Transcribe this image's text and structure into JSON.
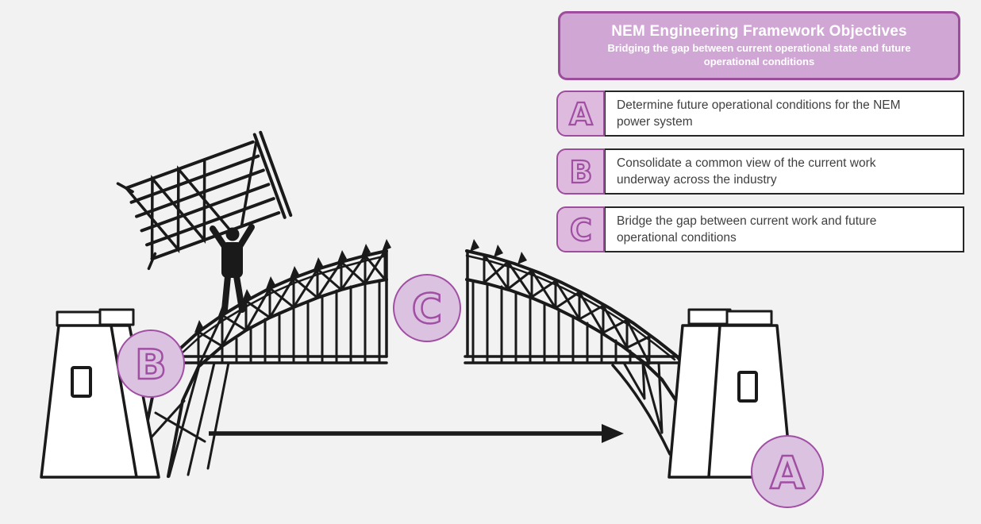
{
  "colors": {
    "background": "#f2f2f2",
    "purple_border": "#9c4d9c",
    "title_fill": "#d0a7d4",
    "badge_fill": "#debadf",
    "marker_fill": "#dbc2e0",
    "letter_stroke": "#a04fa3",
    "box_border": "#262626",
    "body_text": "#3f3f3f",
    "ink": "#1a1a1a",
    "title_text": "#ffffff"
  },
  "header": {
    "title": "NEM Engineering Framework Objectives",
    "subtitle": "Bridging the gap between current operational state and future operational conditions"
  },
  "objectives": [
    {
      "key": "A",
      "text": "Determine future operational conditions for the NEM power system"
    },
    {
      "key": "B",
      "text": "Consolidate a common view of the current work underway across the industry"
    },
    {
      "key": "C",
      "text": "Bridge the gap between current work and future operational conditions"
    }
  ],
  "diagram": {
    "markers": {
      "left": "B",
      "middle": "C",
      "right": "A"
    }
  }
}
